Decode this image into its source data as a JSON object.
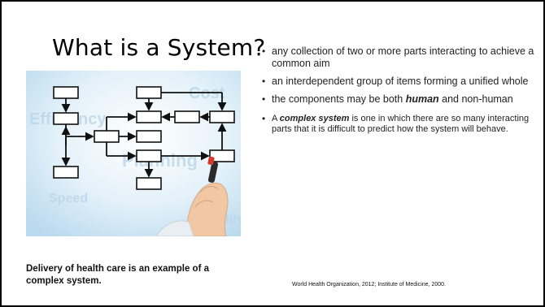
{
  "slide": {
    "title": "What is a System?",
    "image": {
      "watermark_words": [
        "Efficiency",
        "Cost",
        "Planning",
        "Speed",
        "Quality"
      ],
      "colors": {
        "sky": "#d9ecf7",
        "box_stroke": "#111111",
        "arrow": "#111111",
        "skin": "#f1c7a4",
        "cuff": "#e8eef2",
        "pen": "#2b2b2b"
      }
    },
    "bullets": [
      {
        "parts": [
          {
            "text": "any collection of two or more parts interacting to achieve a common aim",
            "style": "normal"
          }
        ]
      },
      {
        "parts": [
          {
            "text": "an interdependent group of items forming a unified whole",
            "style": "normal"
          }
        ]
      },
      {
        "parts": [
          {
            "text": "the components may be both ",
            "style": "normal"
          },
          {
            "text": "human",
            "style": "bold-italic"
          },
          {
            "text": " and non-human",
            "style": "normal"
          }
        ]
      },
      {
        "small": true,
        "parts": [
          {
            "text": "A ",
            "style": "normal"
          },
          {
            "text": "complex system",
            "style": "bold-italic"
          },
          {
            "text": " is one in which there are so many interacting parts that it is difficult to predict how the system will behave.",
            "style": "normal"
          }
        ]
      }
    ],
    "footer_note": "Delivery of health care is an example of a complex system.",
    "citation": "World Health Organization, 2012; Institute of Medicine, 2000."
  }
}
